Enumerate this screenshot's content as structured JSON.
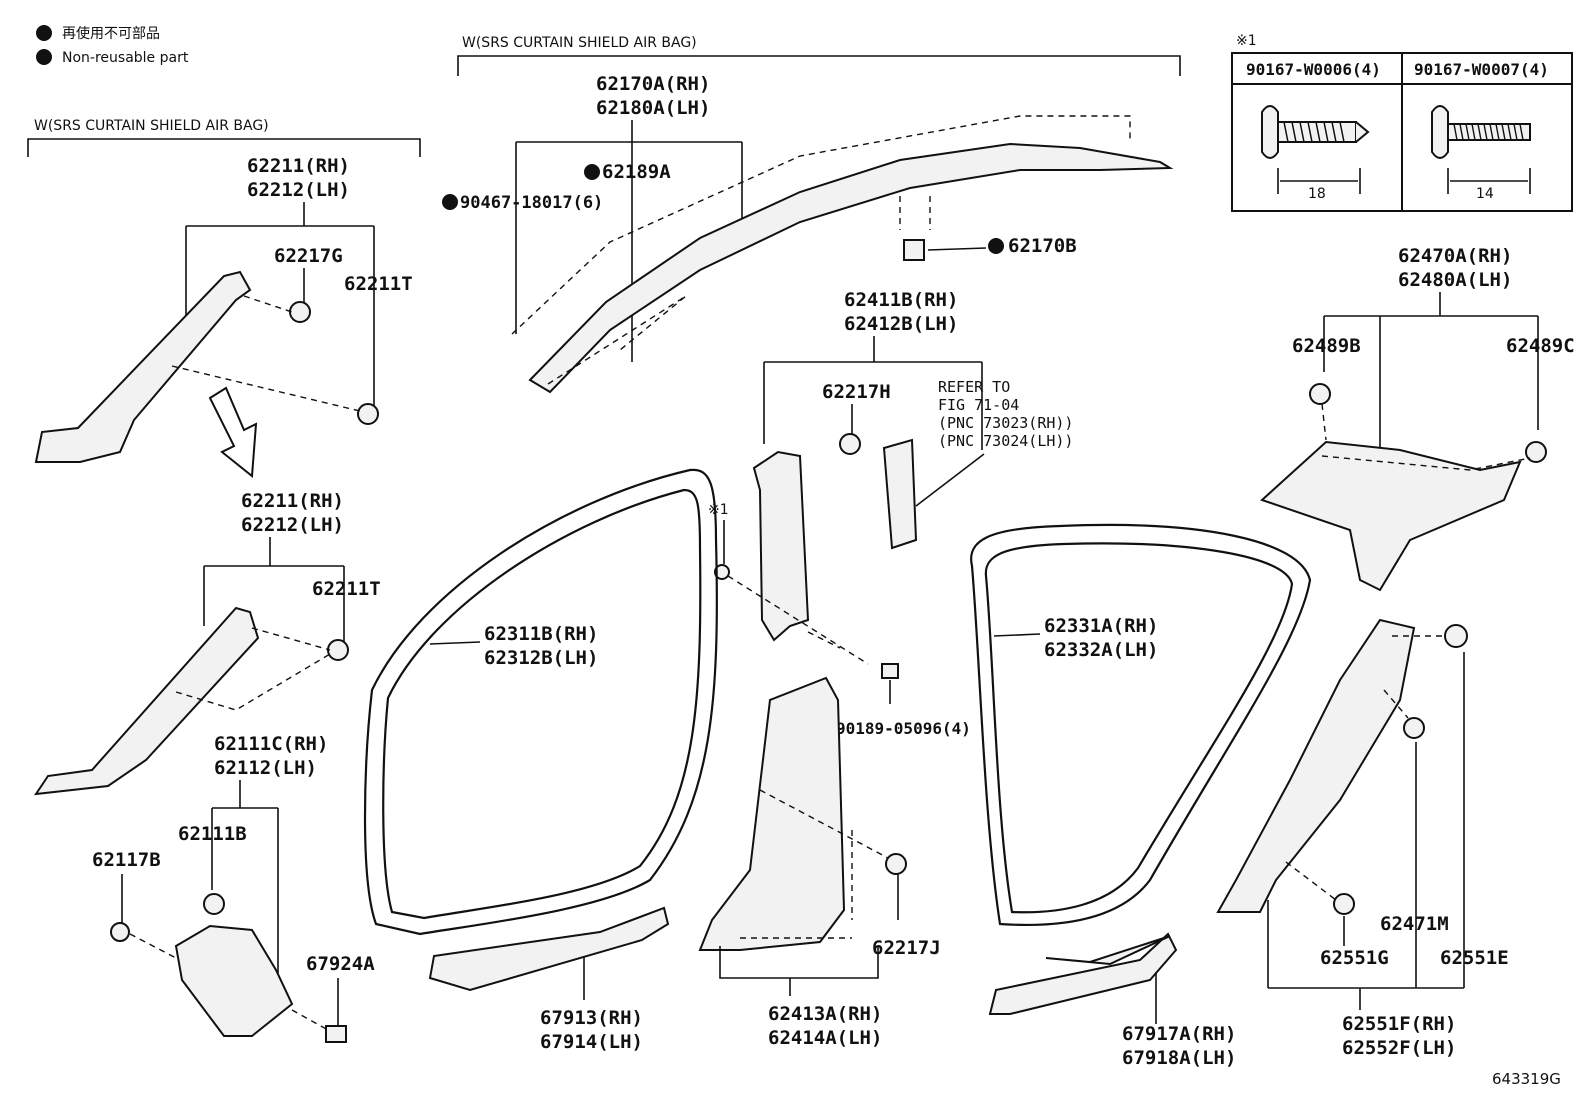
{
  "legend": {
    "bullet_jp": "再使用不可部品",
    "bullet_en": "Non-reusable part"
  },
  "brackets": {
    "left_airbag": "W(SRS CURTAIN SHIELD AIR BAG)",
    "top_airbag": "W(SRS CURTAIN SHIELD AIR BAG)"
  },
  "screw_table": {
    "mark": "※1",
    "col1_part": "90167-W0006(4)",
    "col1_len": "18",
    "col2_part": "90167-W0007(4)",
    "col2_len": "14"
  },
  "labels": {
    "p62211_rh_a": "62211(RH)",
    "p62212_lh_a": "62212(LH)",
    "p62217G": "62217G",
    "p62211T_a": "62211T",
    "p62211_rh_b": "62211(RH)",
    "p62212_lh_b": "62212(LH)",
    "p62211T_b": "62211T",
    "p62111C_rh": "62111C(RH)",
    "p62112_lh": "62112(LH)",
    "p62111B": "62111B",
    "p62117B": "62117B",
    "p67924A": "67924A",
    "p62170A_rh": "62170A(RH)",
    "p62180A_lh": "62180A(LH)",
    "p62189A": "62189A",
    "p90467": "90467-18017(6)",
    "p62170B": "62170B",
    "p62411B_rh": "62411B(RH)",
    "p62412B_lh": "62412B(LH)",
    "p62217H": "62217H",
    "mark1": "※1",
    "p62311B_rh": "62311B(RH)",
    "p62312B_lh": "62312B(LH)",
    "p90189": "90189-05096(4)",
    "p62217J": "62217J",
    "p67913_rh": "67913(RH)",
    "p67914_lh": "67914(LH)",
    "p62413A_rh": "62413A(RH)",
    "p62414A_lh": "62414A(LH)",
    "p62331A_rh": "62331A(RH)",
    "p62332A_lh": "62332A(LH)",
    "p67917A_rh": "67917A(RH)",
    "p67918A_lh": "67918A(LH)",
    "p62470A_rh": "62470A(RH)",
    "p62480A_lh": "62480A(LH)",
    "p62489B": "62489B",
    "p62489C": "62489C",
    "p62471M": "62471M",
    "p62551G": "62551G",
    "p62551E": "62551E",
    "p62551F_rh": "62551F(RH)",
    "p62552F_lh": "62552F(LH)"
  },
  "refer": {
    "line1": "REFER TO",
    "line2": "FIG 71-04",
    "line3": "(PNC 73023(RH))",
    "line4": "(PNC 73024(LH))"
  },
  "figure_id": "643319G"
}
